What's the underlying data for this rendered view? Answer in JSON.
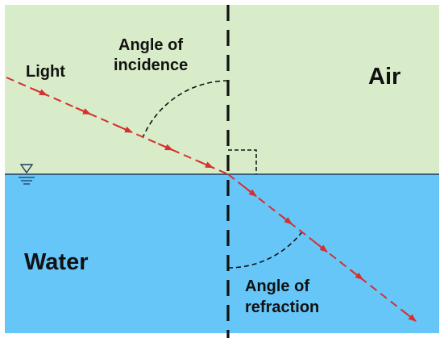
{
  "labels": {
    "light": "Light",
    "incidence_line1": "Angle of",
    "incidence_line2": "incidence",
    "air": "Air",
    "water": "Water",
    "refraction_line1": "Angle of",
    "refraction_line2": "refraction"
  },
  "colors": {
    "air": "#D8ECC9",
    "water": "#67C6F8",
    "ray": "#D62F2F",
    "ink": "#111111",
    "surface_line": "#1F3C5A"
  },
  "icons": {
    "water_level": "water-surface-level-icon"
  }
}
